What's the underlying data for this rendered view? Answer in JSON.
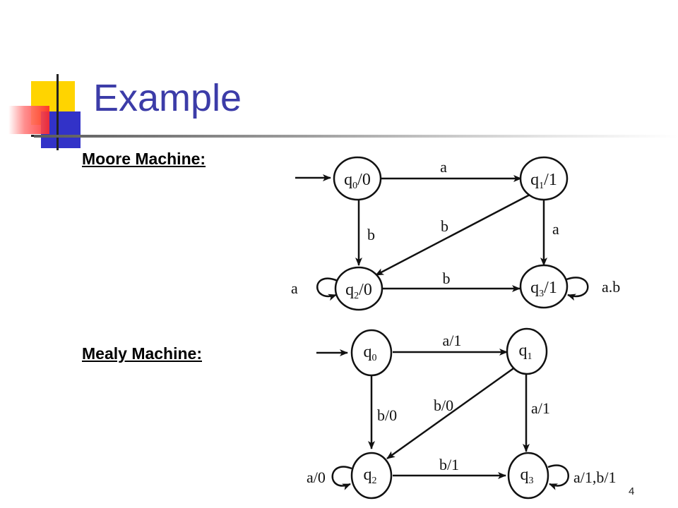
{
  "slide": {
    "title": "Example",
    "page_number": "4",
    "accent_colors": {
      "title": "#3c3ca8",
      "yellow": "#ffd400",
      "blue": "#3232c8",
      "red": "#ff3030"
    }
  },
  "moore": {
    "label": "Moore Machine:",
    "states": [
      {
        "id": "q0",
        "name": "q",
        "sub": "0",
        "output": "/0",
        "start": true
      },
      {
        "id": "q1",
        "name": "q",
        "sub": "1",
        "output": "/1"
      },
      {
        "id": "q2",
        "name": "q",
        "sub": "2",
        "output": "/0"
      },
      {
        "id": "q3",
        "name": "q",
        "sub": "3",
        "output": "/1"
      }
    ],
    "transitions": [
      {
        "from": "q0",
        "to": "q1",
        "label": "a"
      },
      {
        "from": "q0",
        "to": "q2",
        "label": "b"
      },
      {
        "from": "q1",
        "to": "q2",
        "label": "b"
      },
      {
        "from": "q1",
        "to": "q3",
        "label": "a"
      },
      {
        "from": "q2",
        "to": "q3",
        "label": "b"
      },
      {
        "from": "q2",
        "to": "q2",
        "label": "a"
      },
      {
        "from": "q3",
        "to": "q3",
        "label": "a.b"
      }
    ]
  },
  "mealy": {
    "label": "Mealy Machine:",
    "states": [
      {
        "id": "q0",
        "name": "q",
        "sub": "0",
        "start": true
      },
      {
        "id": "q1",
        "name": "q",
        "sub": "1"
      },
      {
        "id": "q2",
        "name": "q",
        "sub": "2"
      },
      {
        "id": "q3",
        "name": "q",
        "sub": "3"
      }
    ],
    "transitions": [
      {
        "from": "q0",
        "to": "q1",
        "label": "a/1"
      },
      {
        "from": "q0",
        "to": "q2",
        "label": "b/0"
      },
      {
        "from": "q1",
        "to": "q2",
        "label": "b/0"
      },
      {
        "from": "q1",
        "to": "q3",
        "label": "a/1"
      },
      {
        "from": "q2",
        "to": "q3",
        "label": "b/1"
      },
      {
        "from": "q2",
        "to": "q2",
        "label": "a/0"
      },
      {
        "from": "q3",
        "to": "q3",
        "label": "a/1,b/1"
      }
    ]
  }
}
